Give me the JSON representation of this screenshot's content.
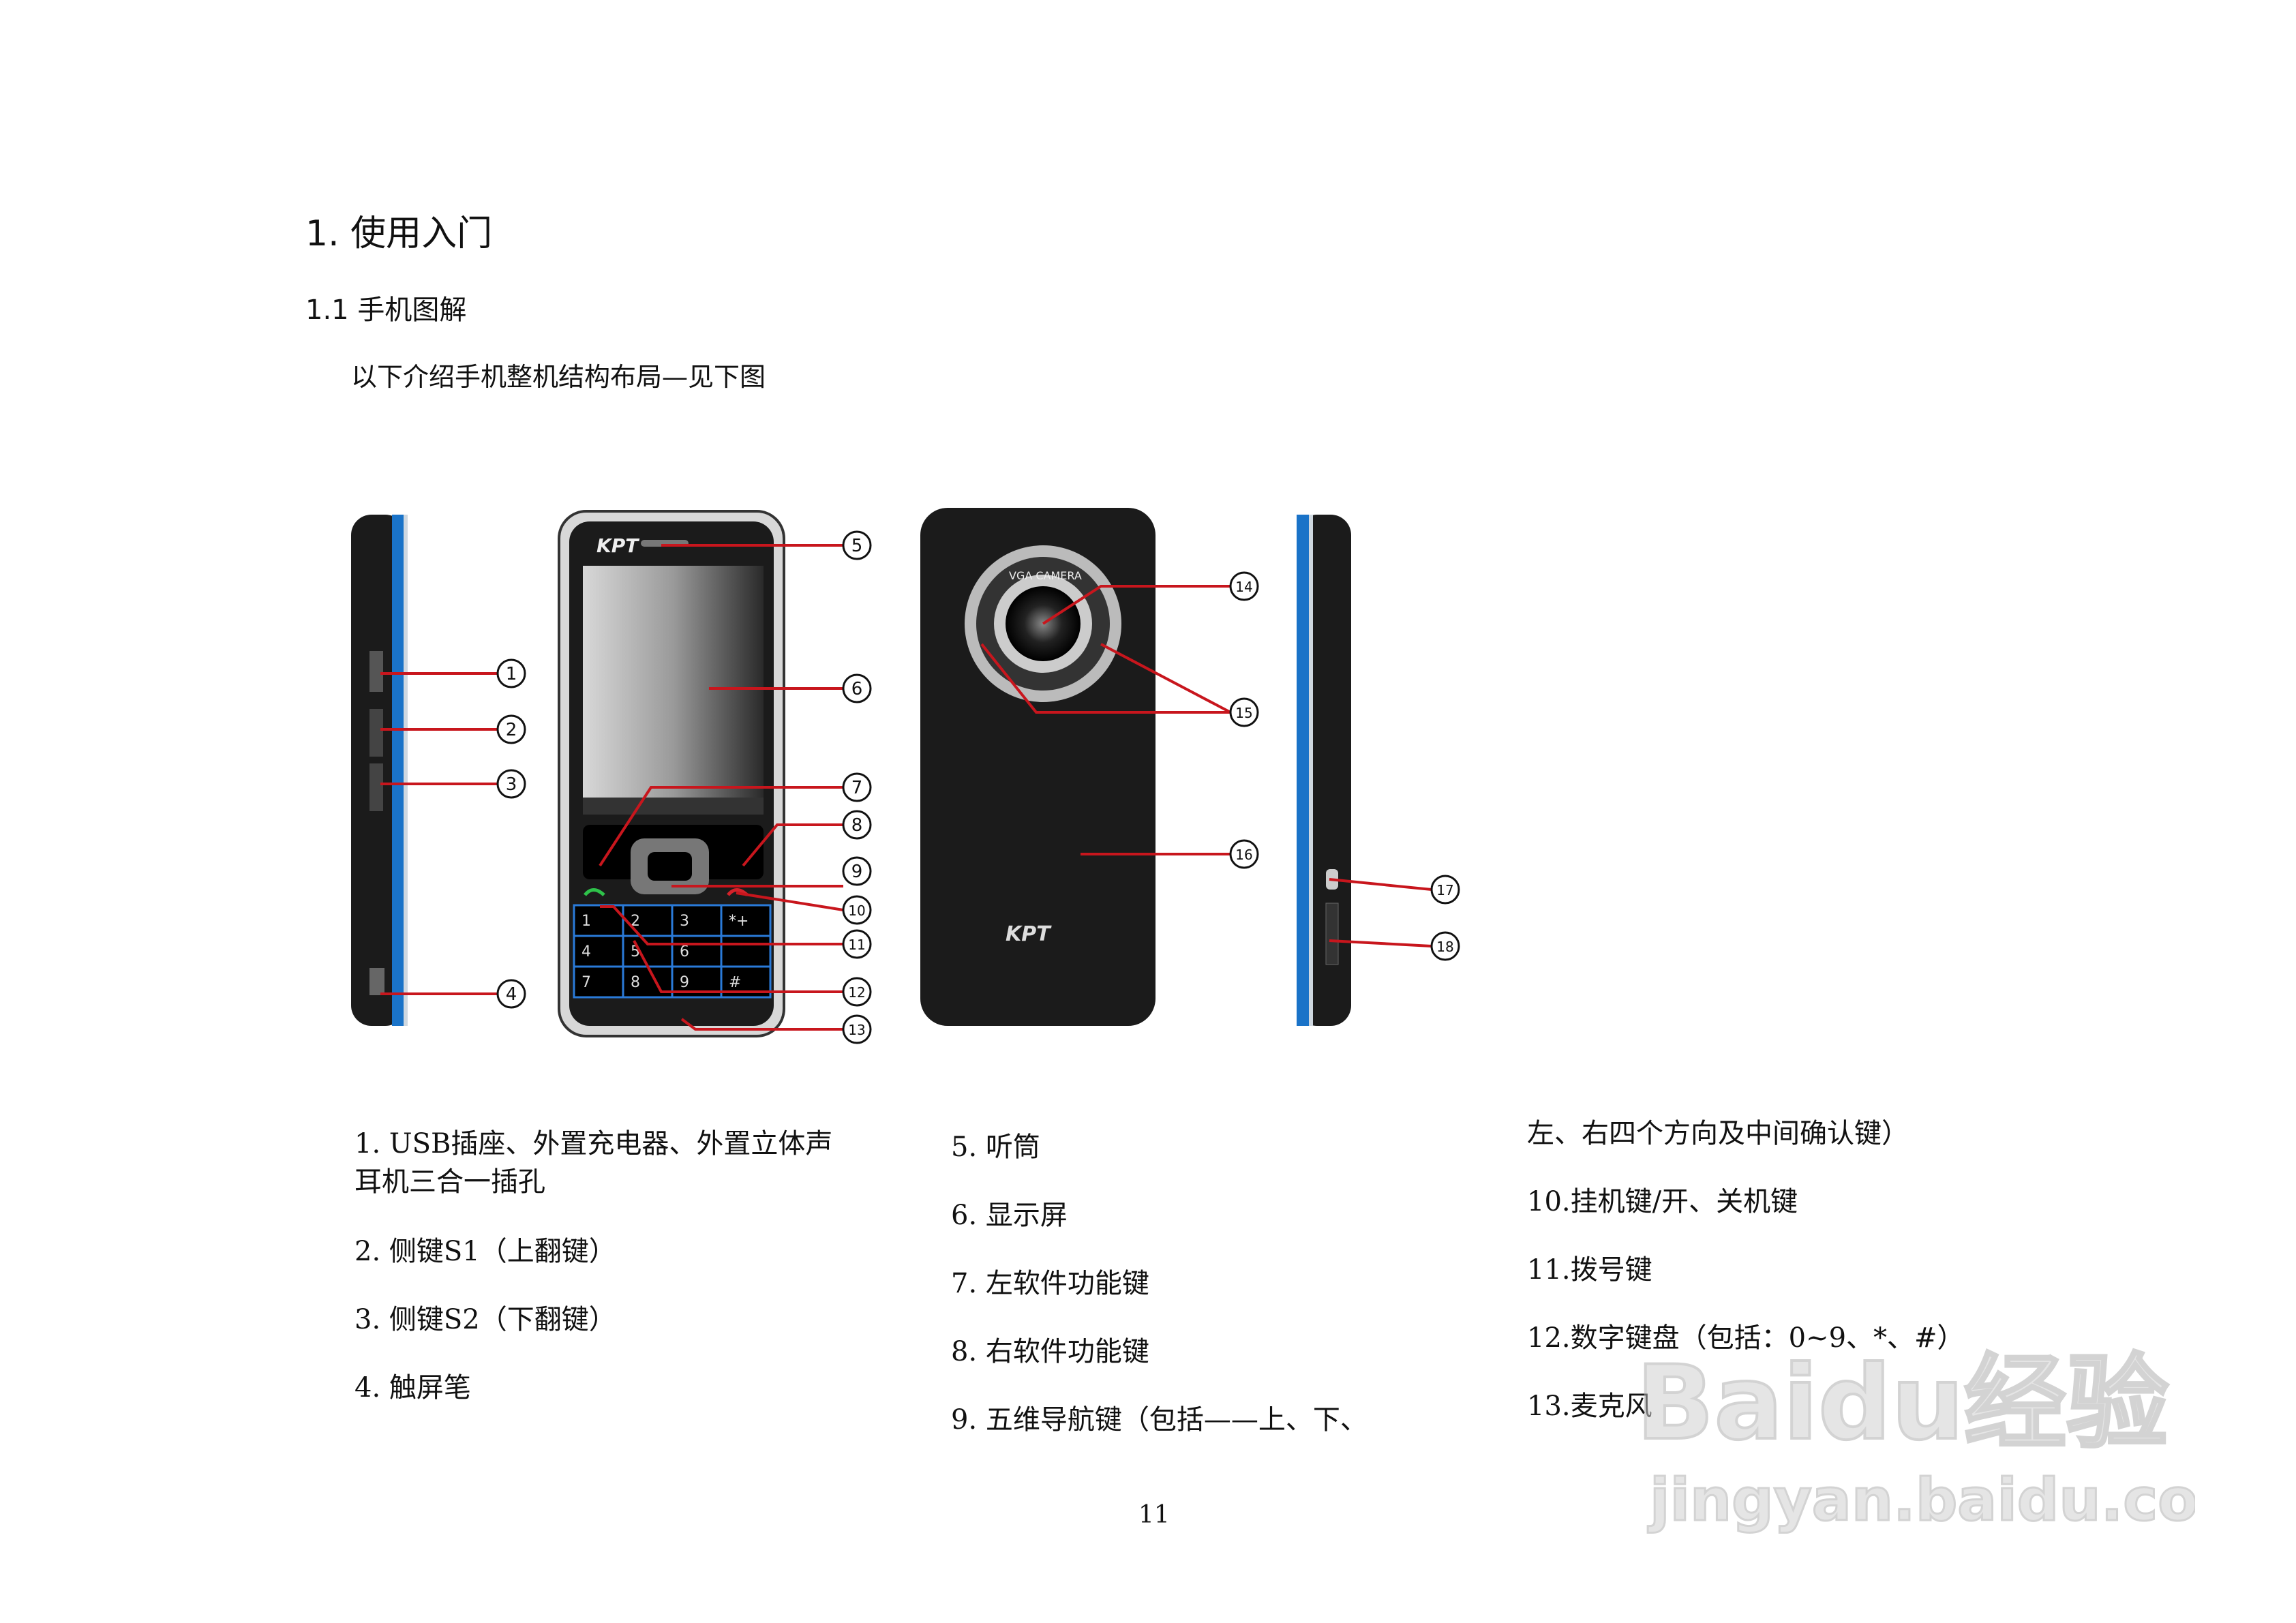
{
  "heading": "1.  使用入门",
  "subheading": "1.1  手机图解",
  "intro": "以下介绍手机整机结构布局—见下图",
  "figure": {
    "brand": "KPT",
    "camera_text": "VGA CAMERA",
    "callouts": [
      "1",
      "2",
      "3",
      "4",
      "5",
      "6",
      "7",
      "8",
      "9",
      "10",
      "11",
      "12",
      "13",
      "14",
      "15",
      "16",
      "17",
      "18"
    ],
    "keys": [
      "1",
      "2",
      "3",
      "4",
      "5",
      "6",
      "7",
      "8",
      "9",
      "*+",
      "#"
    ],
    "colors": {
      "accent_blue": "#1a73c8",
      "callout_red": "#c8161d",
      "phone_body": "#1b1b1b"
    }
  },
  "list": {
    "col1": [
      "1.  USB插座、外置充电器、外置立体声耳机三合一插孔",
      "2.  侧键S1（上翻键）",
      "3.  侧键S2（下翻键）",
      "4.  触屏笔"
    ],
    "col2": [
      "5.  听筒",
      "6.  显示屏",
      "7.  左软件功能键",
      "8.  右软件功能键",
      "9.  五维导航键（包括——上、下、"
    ],
    "col3": [
      "左、右四个方向及中间确认键）",
      "10.挂机键/开、关机键",
      "11.拨号键",
      "12.数字键盘（包括：0~9、*、#）",
      "13.麦克风"
    ]
  },
  "page_number": "11",
  "watermark": {
    "logo": "Baidu经验",
    "url": "jingyan.baidu.com"
  }
}
